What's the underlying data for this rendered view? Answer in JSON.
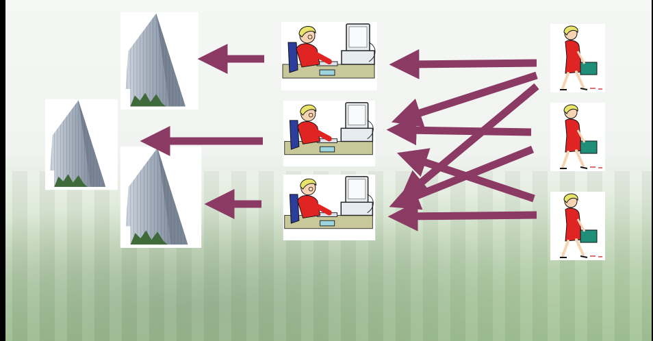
{
  "diagram": {
    "arrow_color": "#8a3a63",
    "nodes": {
      "buildings": [
        "building-top",
        "building-left",
        "building-bottom"
      ],
      "workers": [
        "computer-worker-1",
        "computer-worker-2",
        "computer-worker-3"
      ],
      "walkers": [
        "walking-woman-1",
        "walking-woman-2",
        "walking-woman-3"
      ]
    },
    "icons": {
      "building": "office-building-icon",
      "worker": "computer-worker-icon",
      "walker": "walking-woman-briefcase-icon"
    }
  }
}
